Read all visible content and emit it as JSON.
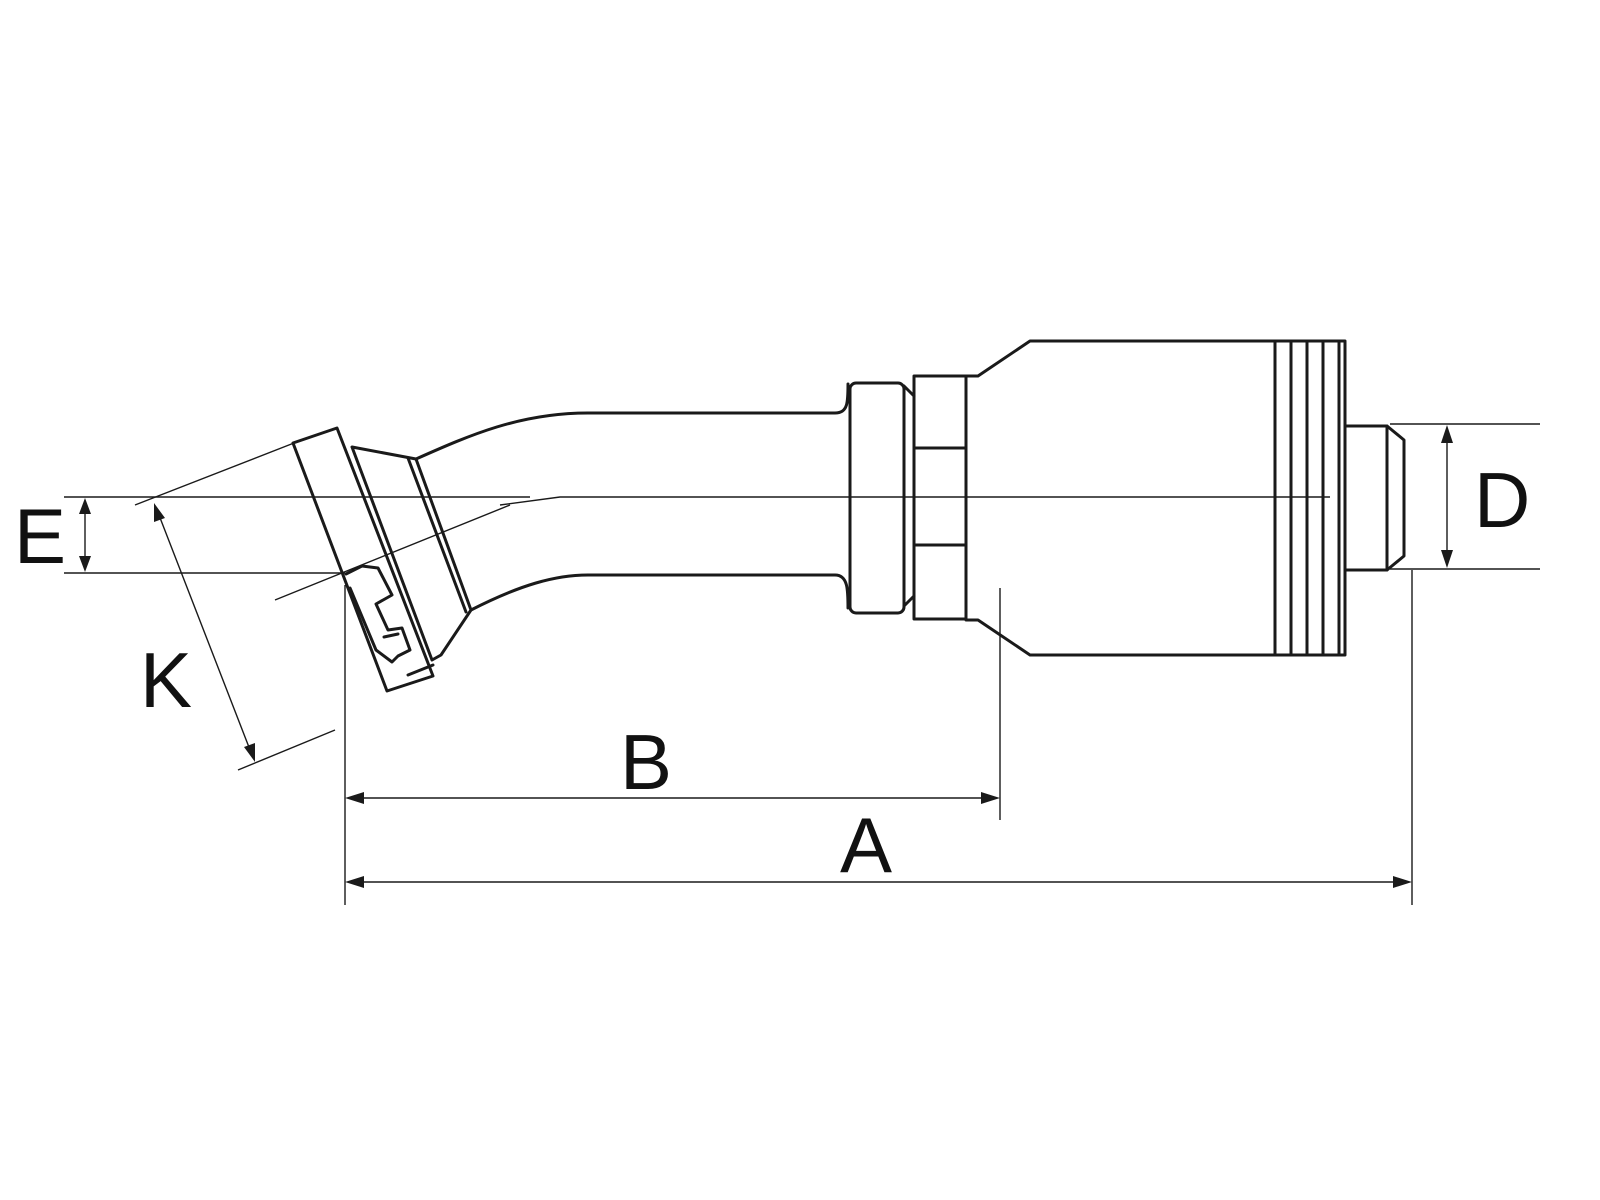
{
  "labels": {
    "A": "A",
    "B": "B",
    "D": "D",
    "E": "E",
    "K": "K"
  },
  "colors": {
    "line": "#1a1a1a",
    "background": "#ffffff"
  }
}
